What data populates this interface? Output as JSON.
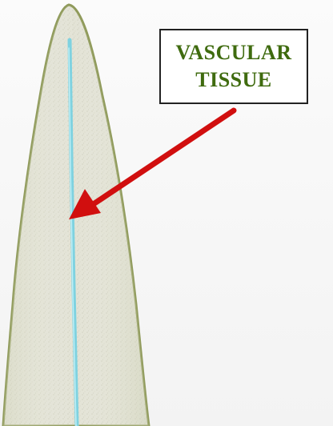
{
  "diagram": {
    "subject": "leaf-tip-cross-section",
    "label": {
      "line1": "VASCULAR",
      "line2": "TISSUE"
    },
    "colors": {
      "leaf_fill": "#e3e3d6",
      "leaf_outline": "#8f9a5a",
      "vascular": "#7fd2e0",
      "arrow": "#d10f0f",
      "label_text": "#3f6b0f",
      "label_border": "#222222"
    }
  }
}
